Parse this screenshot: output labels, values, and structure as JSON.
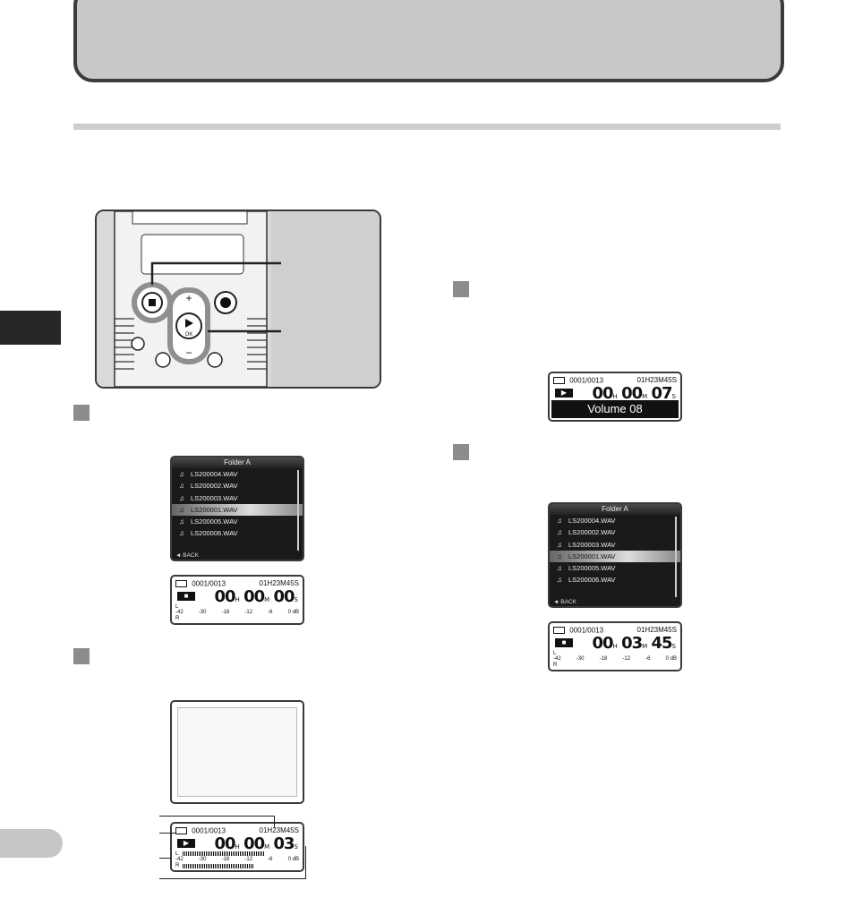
{
  "file_list": {
    "title": "Folder A",
    "files": [
      "LS200004.WAV",
      "LS200002.WAV",
      "LS200003.WAV",
      "LS200001.WAV",
      "LS200005.WAV",
      "LS200006.WAV"
    ],
    "selected_index": 3,
    "back_label": "◄ BACK"
  },
  "lcd_stop": {
    "count": "0001/0013",
    "remaining": "01H23M45S",
    "mode": "■",
    "elapsed_h": "00",
    "elapsed_m": "00",
    "elapsed_s": "00",
    "unit_h": "H",
    "unit_m": "M",
    "unit_s": "S",
    "left_channel": "L",
    "right_channel": "R",
    "scale": [
      "-42",
      "-30",
      "-18",
      "-12",
      "-6",
      "0 dB"
    ]
  },
  "lcd_play": {
    "count": "0001/0013",
    "remaining": "01H23M45S",
    "mode": "▶",
    "elapsed_h": "00",
    "elapsed_m": "00",
    "elapsed_s": "03",
    "left_channel": "L",
    "right_channel": "R",
    "scale": [
      "-42",
      "-30",
      "-18",
      "-12",
      "-6",
      "0 dB"
    ],
    "left_level": 0.72,
    "right_level": 0.62
  },
  "lcd_volume": {
    "count": "0001/0013",
    "remaining": "01H23M45S",
    "mode": "▶",
    "elapsed_h": "00",
    "elapsed_m": "00",
    "elapsed_s": "07",
    "volume_label": "Volume 08"
  },
  "lcd_stop_end": {
    "count": "0001/0013",
    "remaining": "01H23M45S",
    "mode": "■",
    "elapsed_h": "00",
    "elapsed_m": "03",
    "elapsed_s": "45",
    "left_channel": "L",
    "right_channel": "R",
    "scale": [
      "-42",
      "-30",
      "-18",
      "-12",
      "-6",
      "0 dB"
    ]
  },
  "device": {
    "plus_label": "+",
    "minus_label": "−",
    "ok_label": "OK"
  }
}
